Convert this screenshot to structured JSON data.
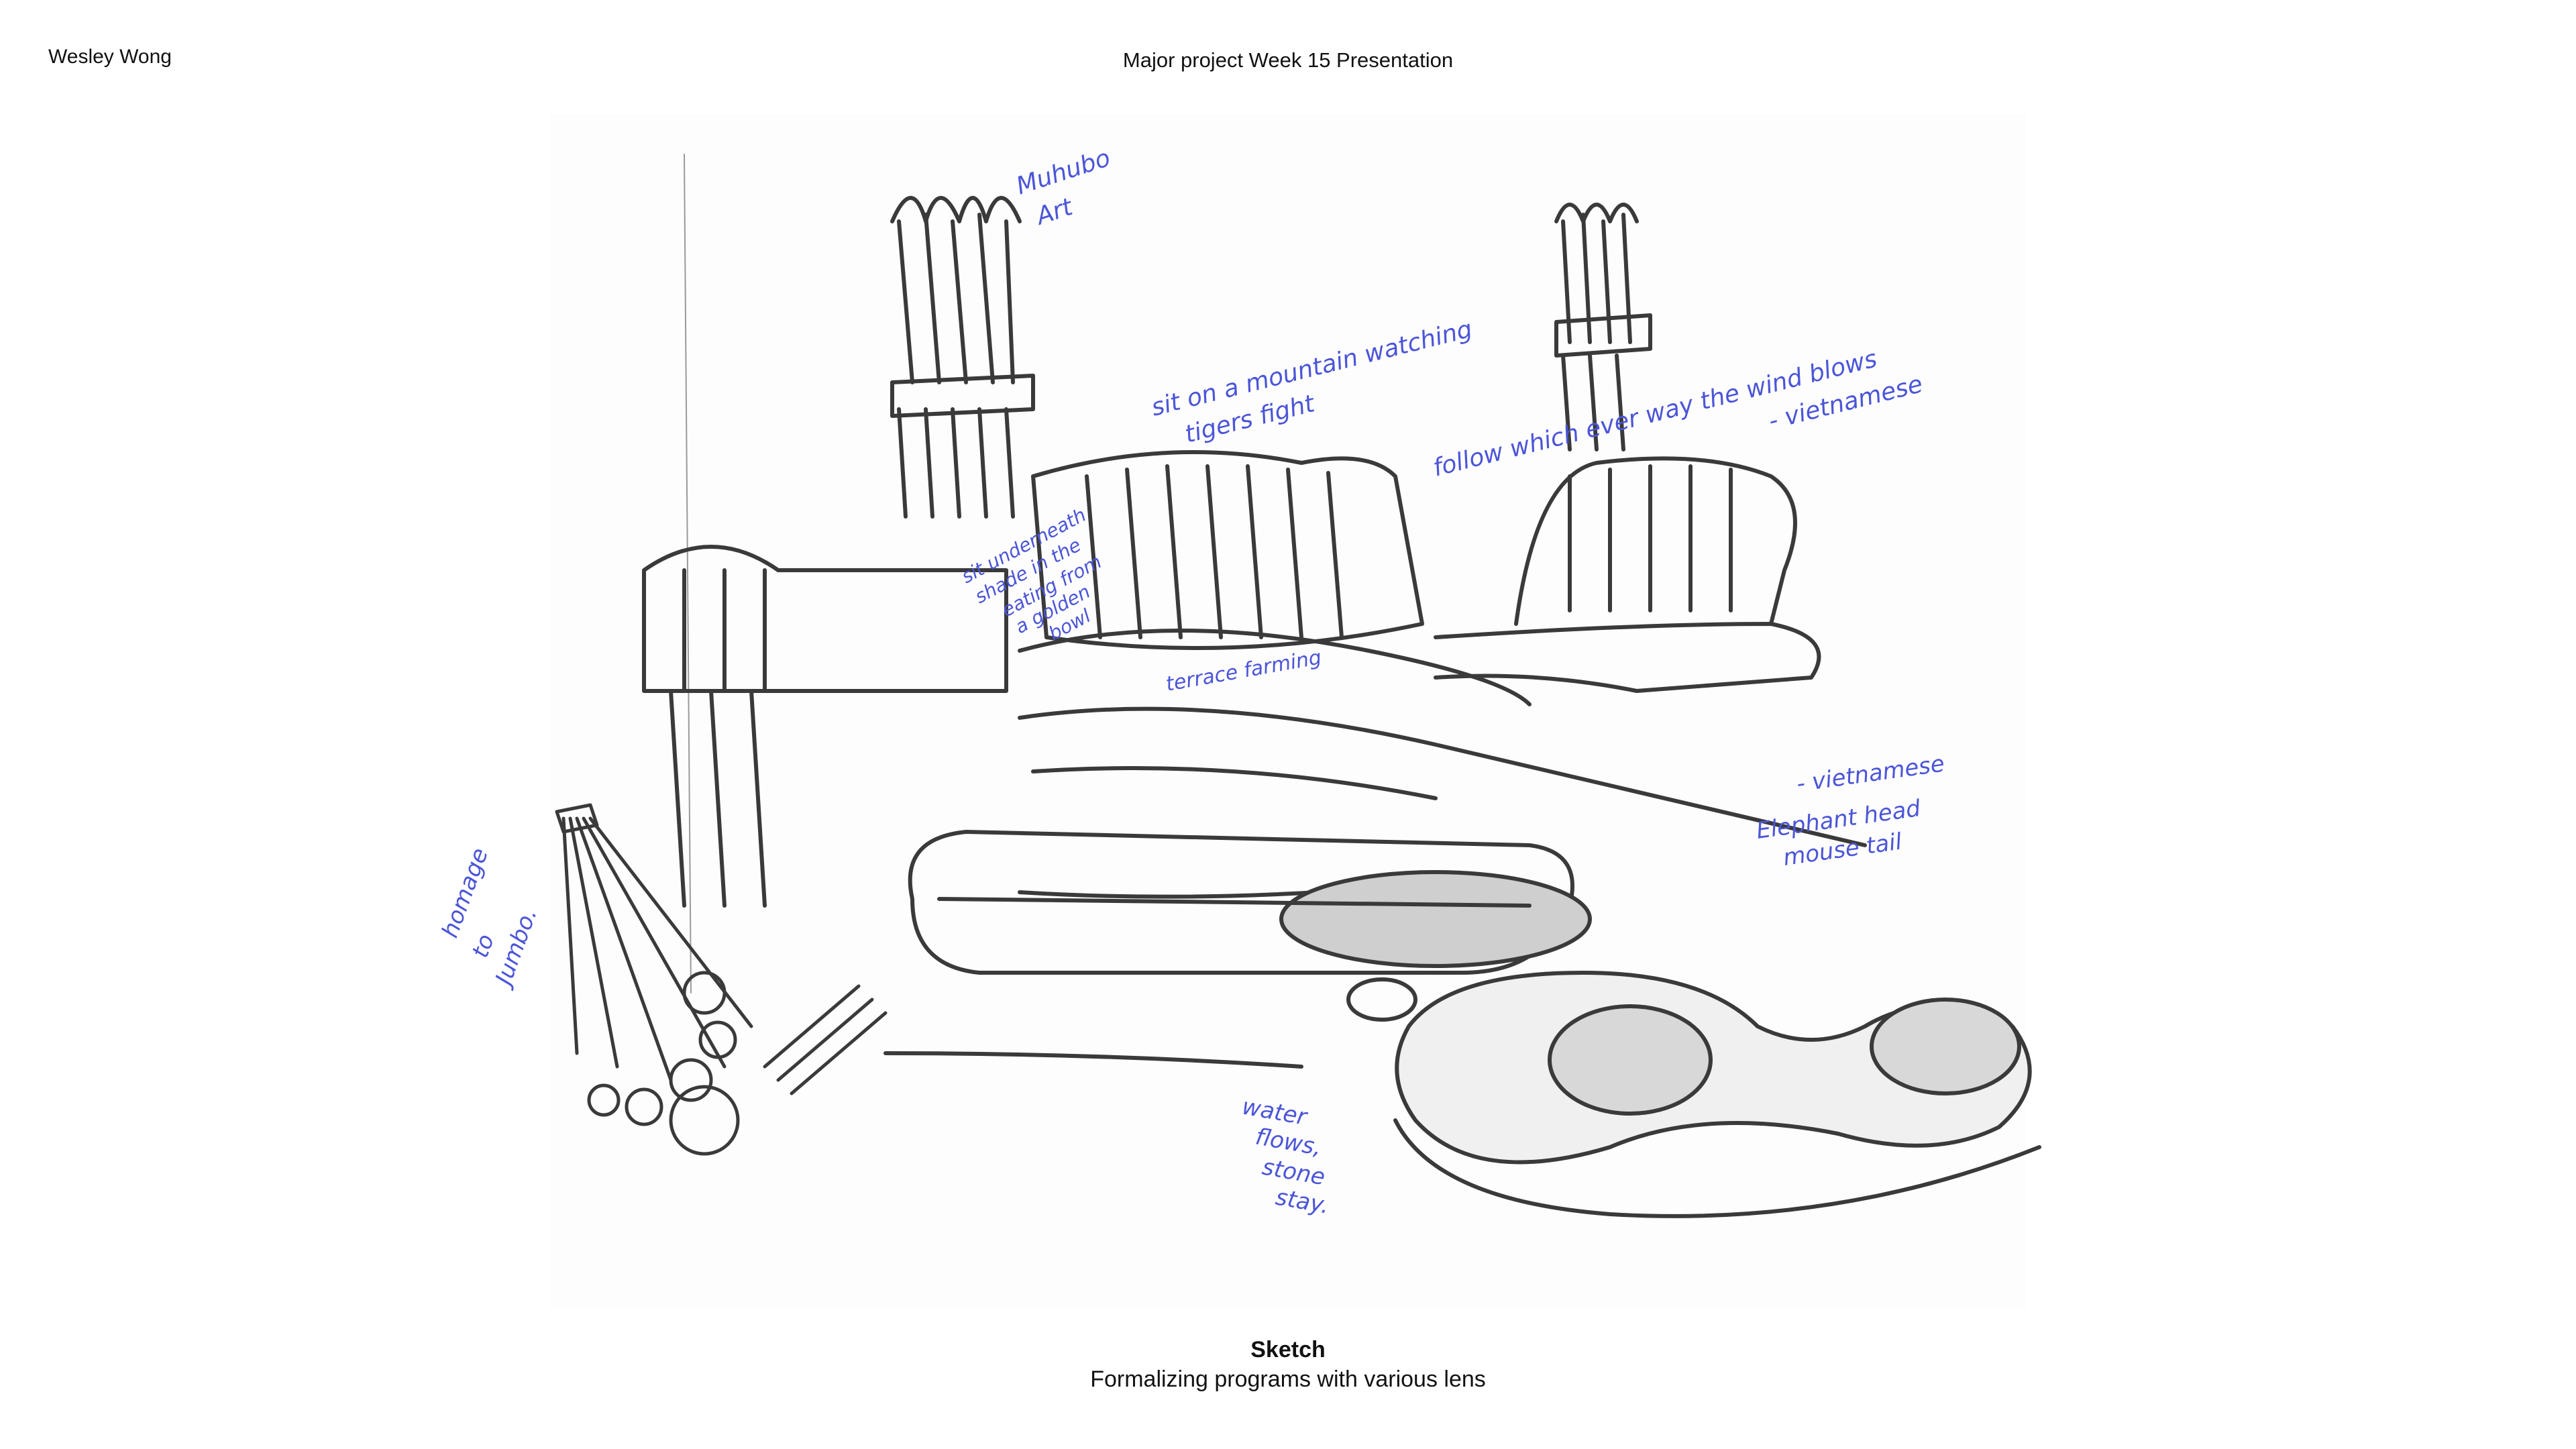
{
  "header": {
    "author": "Wesley Wong",
    "title": "Major project Week 15 Presentation"
  },
  "sketch": {
    "annotations": {
      "muhubo_art": [
        "Muhubo",
        "Art"
      ],
      "mountain": [
        "sit on a mountain watching",
        "tigers fight"
      ],
      "wind": [
        "follow which ever way the wind blows",
        "- vietnamese"
      ],
      "shade": [
        "sit underneath",
        "shade in the",
        "eating from",
        "a golden",
        "bowl"
      ],
      "terrace": "terrace farming",
      "jumbo": [
        "homage",
        "to",
        "Jumbo."
      ],
      "elephant": [
        "- vietnamese",
        "Elephant head",
        "mouse tail"
      ],
      "water": [
        "water",
        "flows,",
        "stone",
        "stay."
      ]
    },
    "ink_color": "#4b55d8",
    "pencil_color": "#3a3a3a"
  },
  "caption": {
    "title": "Sketch",
    "subtitle": "Formalizing programs with various lens"
  }
}
